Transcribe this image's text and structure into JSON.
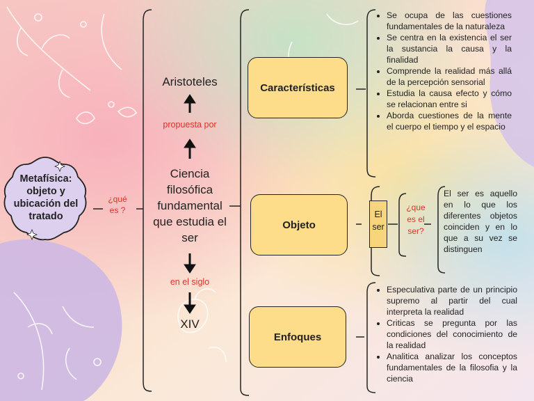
{
  "title": "Metafísica: objeto y ubicación del tratado",
  "que_es": "¿qué es ?",
  "definition": "Ciencia filosófica fundamental que estudia el ser",
  "aristoteles": "Aristoteles",
  "propuesta_por": "propuesta por",
  "en_el_siglo": "en el siglo",
  "siglo": "XIV",
  "boxes": {
    "caracteristicas": "Características",
    "objeto": "Objeto",
    "enfoques": "Enfoques"
  },
  "caracteristicas_items": [
    "Se ocupa de las  cuestiones fundamentales de la naturaleza",
    "Se centra en la existencia el ser la sustancia la causa y la finalidad",
    "Comprende la realidad más allá de la percepción sensorial",
    "Estudia la causa efecto y cómo se relacionan entre si",
    "Aborda cuestiones de la mente el cuerpo el tiempo y el espacio"
  ],
  "el_ser": "El ser",
  "que_es_el_ser": "¿que es el ser?",
  "el_ser_def": "El ser es aquello en lo que los diferentes objetos coinciden y en lo que a su vez se distinguen",
  "enfoques_items": [
    "Especulativa parte de un principio supremo al partir del cual interpreta la realidad",
    "Criticas se pregunta por las condiciones del conocimiento de la realidad",
    "Analitica analizar los conceptos fundamentales de la filosofia y la ciencia"
  ],
  "colors": {
    "box_fill": "#fddc8a",
    "label_red": "#d8342c",
    "title_fill": "#ddd0ef",
    "el_ser_fill": "#f7d57c"
  }
}
